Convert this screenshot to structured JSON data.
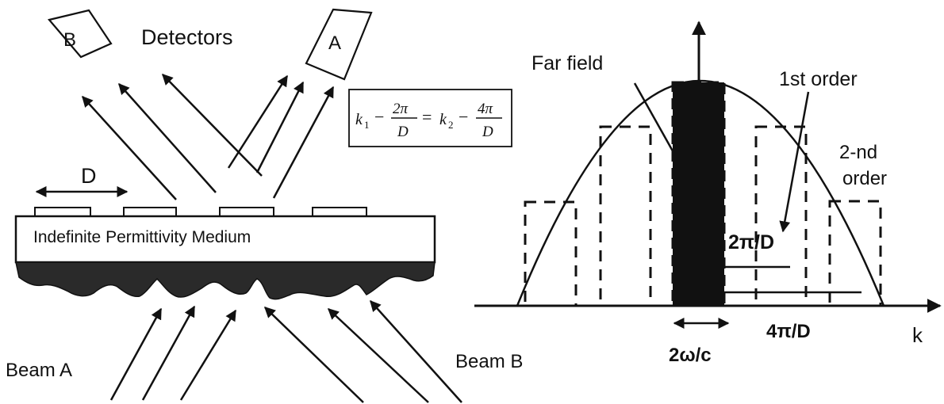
{
  "left_panel": {
    "detectors_label": "Detectors",
    "detector_b_label": "B",
    "detector_a_label": "A",
    "period_label": "D",
    "medium_label": "Indefinite Permittivity Medium",
    "beam_a_label": "Beam A",
    "beam_b_label": "Beam B",
    "equation": {
      "k1": "k",
      "k1_sub": "1",
      "minus1": "−",
      "frac1_num": "2π",
      "frac1_den": "D",
      "equals": "=",
      "k2": "k",
      "k2_sub": "2",
      "minus2": "−",
      "frac2_num": "4π",
      "frac2_den": "D"
    }
  },
  "right_panel": {
    "far_field_label": "Far field",
    "first_order_label": "1st order",
    "second_order_label_line1": "2-nd",
    "second_order_label_line2": "order",
    "two_pi_over_d_label": "2π/D",
    "four_pi_over_d_label": "4π/D",
    "two_omega_over_c_label": "2ω/c",
    "k_axis_label": "k"
  }
}
